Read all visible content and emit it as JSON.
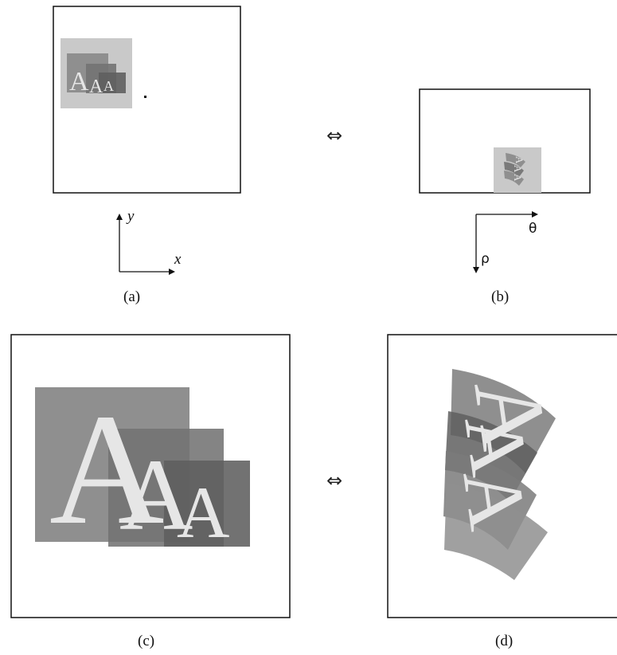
{
  "captions": {
    "a": "(a)",
    "b": "(b)",
    "c": "(c)",
    "d": "(d)"
  },
  "axes": {
    "cartesian": {
      "x": "x",
      "y": "y"
    },
    "polar": {
      "theta": "θ",
      "rho": "ρ"
    }
  },
  "equivalence_symbol": "⇔",
  "glyph_letter": "A",
  "colors": {
    "frame": "#111111",
    "background_square": "#c9c9c9",
    "square_large": "#8f8f8f",
    "square_medium": "#737373",
    "square_small": "#5f5f5f",
    "glyph": "#e6e6e6"
  }
}
